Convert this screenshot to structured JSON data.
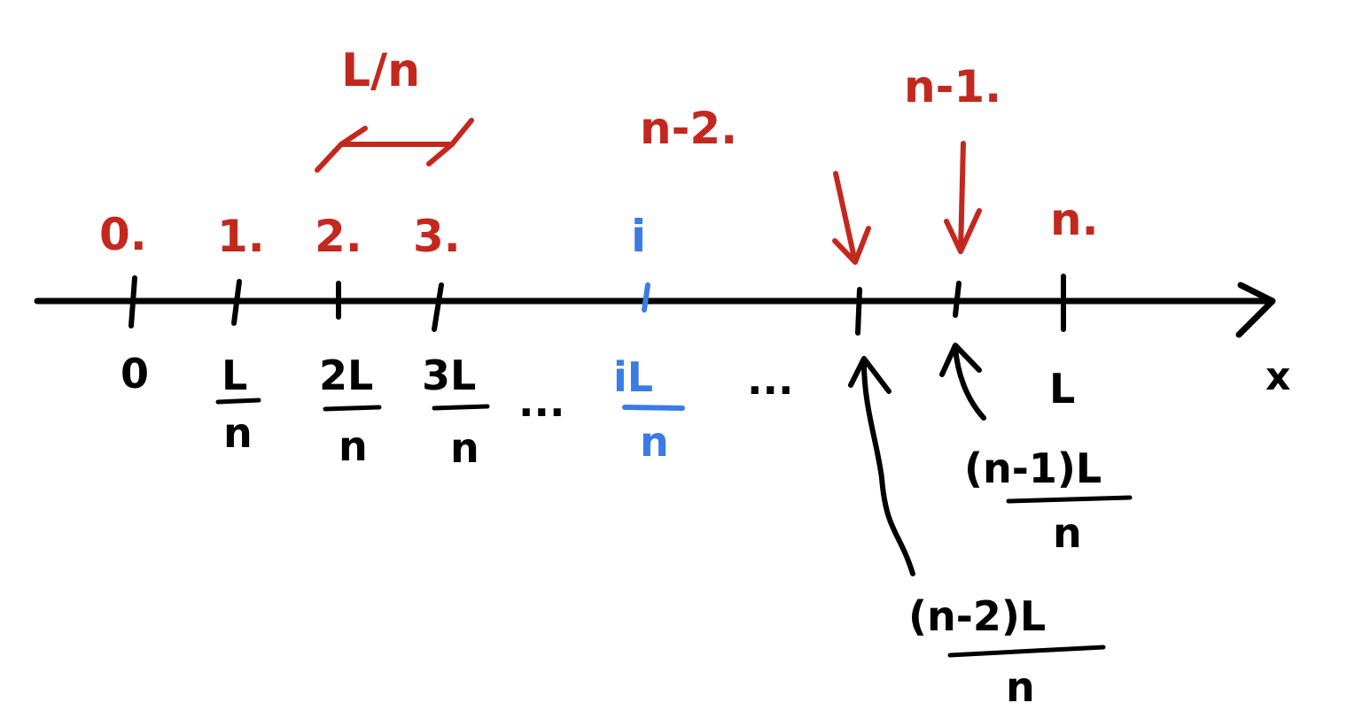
{
  "colors": {
    "index": "#c3281f",
    "highlight": "#3a7be6",
    "axis": "#000000"
  },
  "axis": {
    "label": "x"
  },
  "spacing": {
    "label": "L/n"
  },
  "indices": [
    "0.",
    "1.",
    "2.",
    "3.",
    "i",
    "n-2.",
    "n-1.",
    "n."
  ],
  "positions": {
    "p0": "0",
    "p1": {
      "num": "L",
      "den": "n"
    },
    "p2": {
      "num": "2L",
      "den": "n"
    },
    "p3": {
      "num": "3L",
      "den": "n"
    },
    "ellipsis1": "...",
    "pi": {
      "num": "iL",
      "den": "n"
    },
    "ellipsis2": "...",
    "pn": "L",
    "pn1": {
      "num": "(n-1)L",
      "den": "n"
    },
    "pn2": {
      "num": "(n-2)L",
      "den": "n"
    }
  }
}
